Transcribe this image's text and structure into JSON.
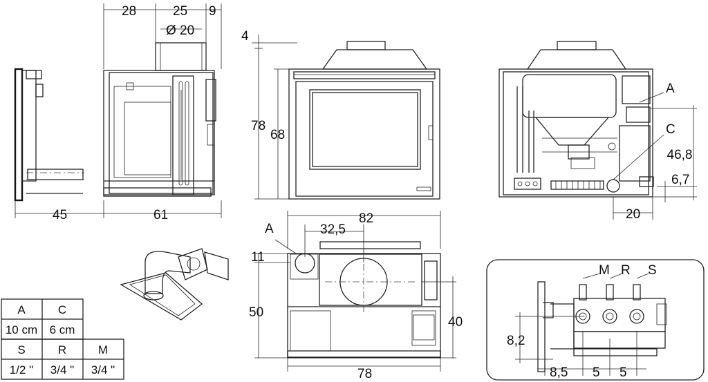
{
  "dims": {
    "side_top_28": "28",
    "side_top_25": "25",
    "side_top_9": "9",
    "side_flue_dia": "Ø 20",
    "side_depth_45": "45",
    "side_depth_61": "61",
    "front_top_4": "4",
    "front_height_78": "78",
    "front_height_68": "68",
    "rear_label_a": "A",
    "rear_label_c": "C",
    "rear_height_468": "46,8",
    "rear_offset_67": "6,7",
    "rear_width_20": "20",
    "plan_width_82": "82",
    "plan_offset_325": "32,5",
    "plan_label_a": "A",
    "plan_offset_11": "11",
    "plan_depth_50": "50",
    "plan_depth_40": "40",
    "plan_width_78": "78",
    "detail_label_m": "M",
    "detail_label_r": "R",
    "detail_label_s": "S",
    "detail_height_82": "8,2",
    "detail_offset_85": "8,5",
    "detail_spacing_5a": "5",
    "detail_spacing_5b": "5"
  },
  "connections_table": {
    "header_row_1": [
      "A",
      "C"
    ],
    "values_row_1": [
      "10 cm",
      "6 cm"
    ],
    "header_row_2": [
      "S",
      "R",
      "M"
    ],
    "values_row_2": [
      "1/2 \"",
      "3/4 \"",
      "3/4 \""
    ]
  }
}
